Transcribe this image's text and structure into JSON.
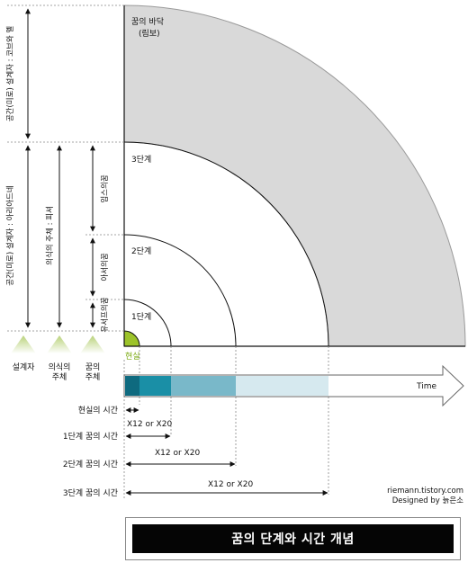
{
  "title": "꿈의 단계와 시간 개념",
  "credit": {
    "site": "riemann.tistory.com",
    "designer": "Designed by 늙은소"
  },
  "zones": {
    "bottom_line1": "꿈의 바닥",
    "bottom_line2": "(림보)",
    "level3": "3단계",
    "level2": "2단계",
    "level1": "1단계",
    "reality": "현실"
  },
  "side_labels": {
    "architect_cobb": "공간(미로) 설계자 : 코브와 멜",
    "architect_ariadne": "공간(미로) 설계자 : 아리아드네",
    "subject_fischer": "의식의 주체 : 피셔",
    "saito": "임스의꿈",
    "arthur": "아서의꿈",
    "yusuf": "유서프의꿈"
  },
  "roles": {
    "designer": "설계자",
    "subject_line1": "의식의",
    "subject_line2": "주체",
    "dreamer_line1": "꿈의",
    "dreamer_line2": "주체"
  },
  "timeline": {
    "label": "Time",
    "colors": [
      "#0e6a7f",
      "#1a8fa6",
      "#79b8c9",
      "#d6e9ef"
    ]
  },
  "time_rows": [
    {
      "label": "현실의 시간",
      "note": ""
    },
    {
      "label": "1단계 꿈의 시간",
      "note": "X12 or X20"
    },
    {
      "label": "2단계 꿈의 시간",
      "note": "X12 or X20"
    },
    {
      "label": "3단계 꿈의 시간",
      "note": "X12 or X20"
    }
  ],
  "colors": {
    "limbo_fill": "#d9d9d9",
    "reality_fill": "#9cc32a",
    "reality_text": "#7aaa10",
    "arrow_head": "#c5d88a"
  }
}
